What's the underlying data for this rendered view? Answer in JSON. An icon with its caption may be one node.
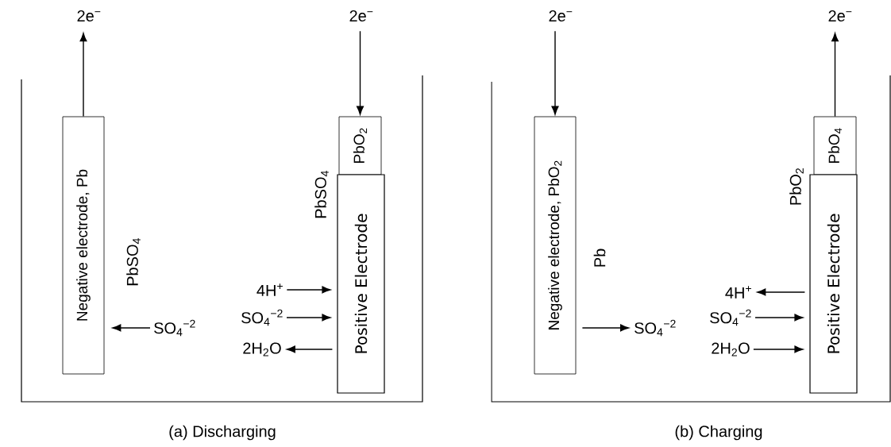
{
  "diagram": {
    "nodes": [
      {
        "text": [
          "2e$^{−}$"
        ]
      },
      {
        "text": [
          "Negative electrode, Pb"
        ]
      },
      {
        "text": [
          "2e$^{−}$"
        ]
      },
      {
        "text": [
          "PbO$_{2}$"
        ]
      },
      {
        "text": [
          "Positive Electrode"
        ]
      },
      {
        "text": [
          "SO$_{4}$$^{−2}$"
        ]
      },
      {
        "text": [
          "4H$^{+}$"
        ]
      },
      {
        "text": [
          "SO$_{4}$$^{−2}$"
        ]
      },
      {
        "text": [
          "2H$_{2}$O"
        ]
      },
      {
        "text": [
          "2e$^{−}$"
        ]
      },
      {
        "text": [
          "Negative electrode, PbO$_{2}$"
        ]
      },
      {
        "text": [
          "2e$^{−}$"
        ]
      },
      {
        "text": [
          "PbO$_{4}$"
        ]
      },
      {
        "text": [
          "Positive Electrode"
        ]
      },
      {
        "text": [
          "SO$_{4}$$^{−2}$"
        ]
      },
      {
        "text": [
          "4H$^{+}$"
        ]
      },
      {
        "text": [
          "SO$_{4}$$^{−2}$"
        ]
      },
      {
        "text": [
          "2H$_{2}$O"
        ]
      }
    ],
    "edges": [
      {
        "from": 1,
        "to": 0,
        "arrow": "to"
      },
      {
        "from": 2,
        "to": 3,
        "arrow": "to"
      },
      {
        "from": 5,
        "to": 1,
        "arrow": "to"
      },
      {
        "from": 6,
        "to": 4,
        "arrow": "to"
      },
      {
        "from": 7,
        "to": 4,
        "arrow": "to"
      },
      {
        "from": 4,
        "to": 8,
        "arrow": "to"
      },
      {
        "from": 9,
        "to": 10,
        "arrow": "to"
      },
      {
        "from": 12,
        "to": 11,
        "arrow": "to"
      },
      {
        "from": 10,
        "to": 14,
        "arrow": "to"
      },
      {
        "from": 13,
        "to": 15,
        "arrow": "to"
      },
      {
        "from": 16,
        "to": 13,
        "arrow": "to"
      },
      {
        "from": 17,
        "to": 13,
        "arrow": "to"
      }
    ],
    "labels": [
      "PbSO$_{4}$",
      "PbSO$_{4}$",
      "(a) Discharging",
      "Pb",
      "PbO$_{2}$",
      "(b) Charging"
    ]
  }
}
